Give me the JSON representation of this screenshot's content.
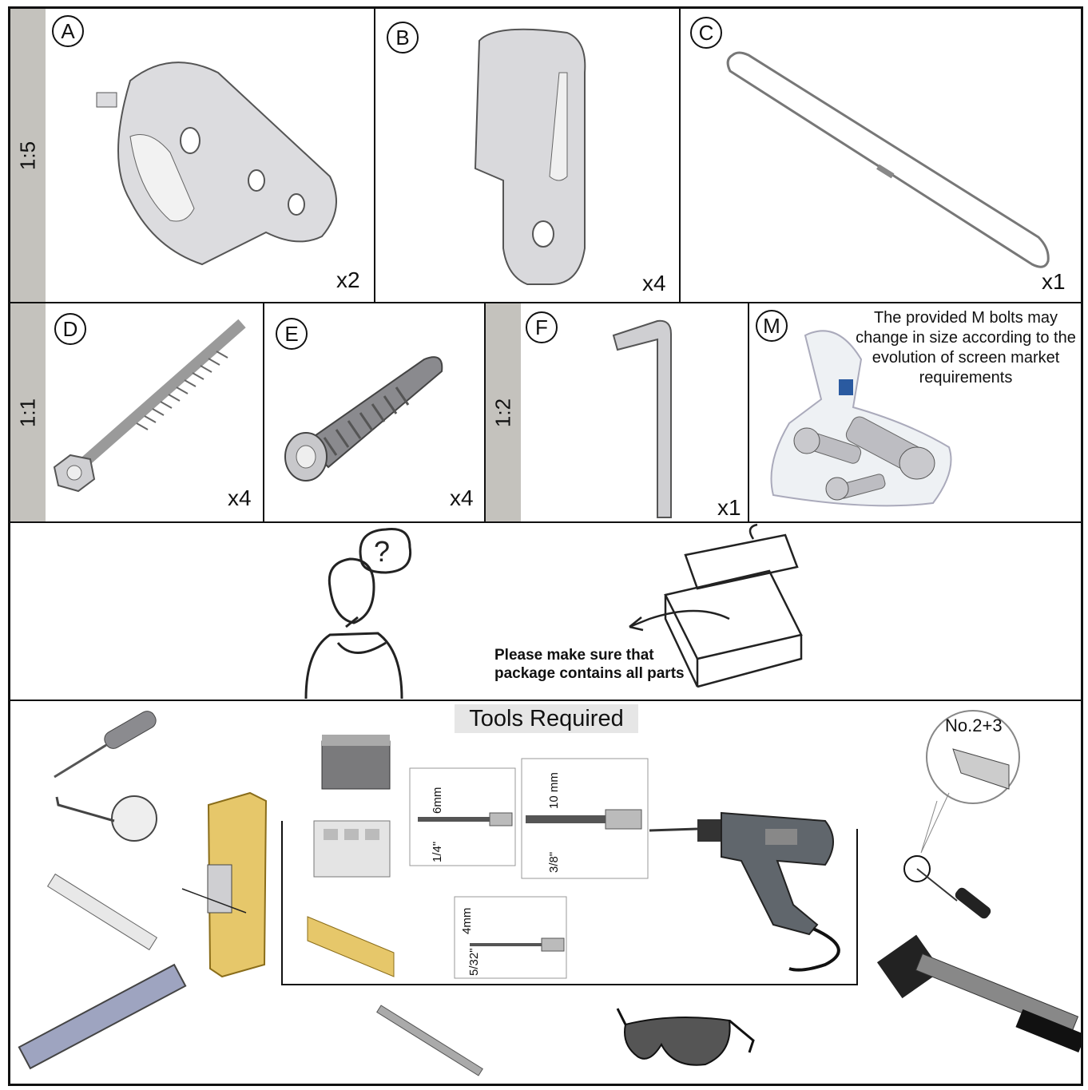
{
  "parts": {
    "row1_scale": "1:5",
    "row2_scale_a": "1:1",
    "row2_scale_b": "1:2",
    "A": {
      "letter": "A",
      "qty": "x2"
    },
    "B": {
      "letter": "B",
      "qty": "x4"
    },
    "C": {
      "letter": "C",
      "qty": "x1"
    },
    "D": {
      "letter": "D",
      "qty": "x4"
    },
    "E": {
      "letter": "E",
      "qty": "x4"
    },
    "F": {
      "letter": "F",
      "qty": "x1"
    },
    "M": {
      "letter": "M",
      "note": "The provided M bolts may change in size according to the evolution of screen market requirements"
    }
  },
  "package_note": {
    "line1": "Please make sure that",
    "line2": "package contains all parts"
  },
  "tools": {
    "title": "Tools Required",
    "bit_6mm": {
      "size": "6mm",
      "inch": "1/4\""
    },
    "bit_10mm": {
      "size": "10 mm",
      "inch": "3/8\""
    },
    "bit_4mm": {
      "size": "4mm",
      "inch": "5/32\""
    },
    "screwdriver_tip": "No.2+3"
  },
  "colors": {
    "scale_band": "#c4c2bd",
    "metal": "#d9d9dc",
    "wood": "#e6c76a",
    "drill": "#555a60"
  }
}
